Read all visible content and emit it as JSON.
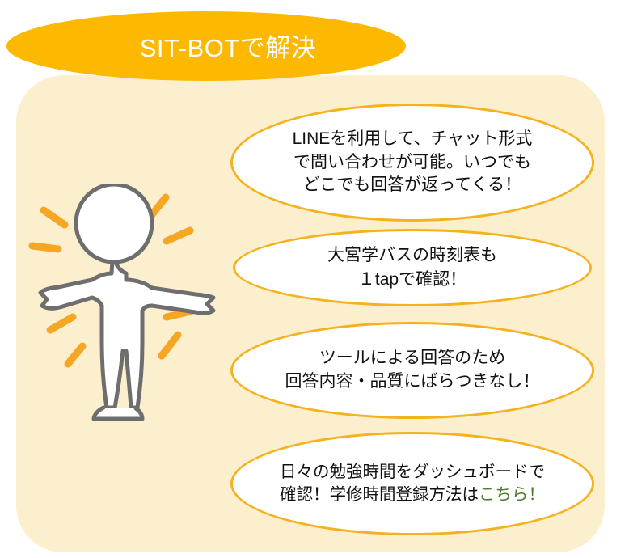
{
  "header": {
    "title": "SIT-BOTで解決",
    "ellipse_color": "#FDB801",
    "title_color": "#FFFFFF"
  },
  "panel": {
    "background_color": "#FCEFCE"
  },
  "bubbles": [
    {
      "id": "bubble-chat",
      "text": "LINEを利用して、チャット形式\nで問い合わせが可能。いつでも\nどこでも回答が返ってくる！",
      "border_color": "#F5B21F",
      "fill_color": "#FFFFFF"
    },
    {
      "id": "bubble-bus",
      "text": "大宮学バスの時刻表も\n１tapで確認！",
      "border_color": "#F5B21F",
      "fill_color": "#FFFFFF"
    },
    {
      "id": "bubble-quality",
      "text": "ツールによる回答のため\n回答内容・品質にばらつきなし！",
      "border_color": "#F5B21F",
      "fill_color": "#FFFFFF"
    },
    {
      "id": "bubble-dashboard",
      "text_before": "日々の勉強時間をダッシュボードで\n確認！学修時間登録方法は",
      "link_text": "こちら！",
      "link_color": "#4E7C30",
      "border_color": "#F5B21F",
      "fill_color": "#FFFFFF"
    }
  ],
  "illustration": {
    "name": "cheering-person-illustration",
    "body_fill": "#FFFFFF",
    "outline_color": "#6E6E6E",
    "sparkle_color": "#F5A623"
  }
}
